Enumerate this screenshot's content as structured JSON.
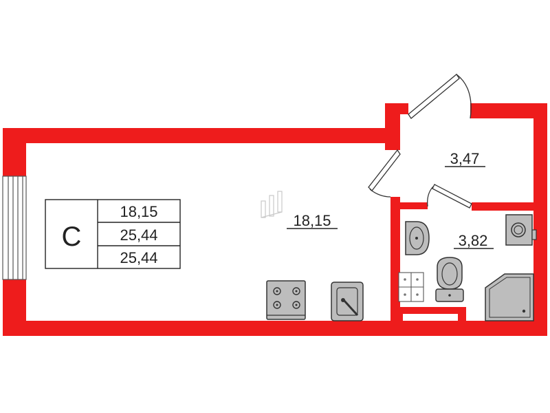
{
  "legend": {
    "type_letter": "С",
    "living_area": "18,15",
    "total_area": "25,44",
    "total_area_2": "25,44"
  },
  "rooms": {
    "main_room_area": "18,15",
    "hall_area": "3,47",
    "bathroom_area": "3,82"
  },
  "colors": {
    "wall": "#ee1c1c",
    "fixture_fill": "#bdbdbd",
    "fixture_stroke": "#333333"
  }
}
